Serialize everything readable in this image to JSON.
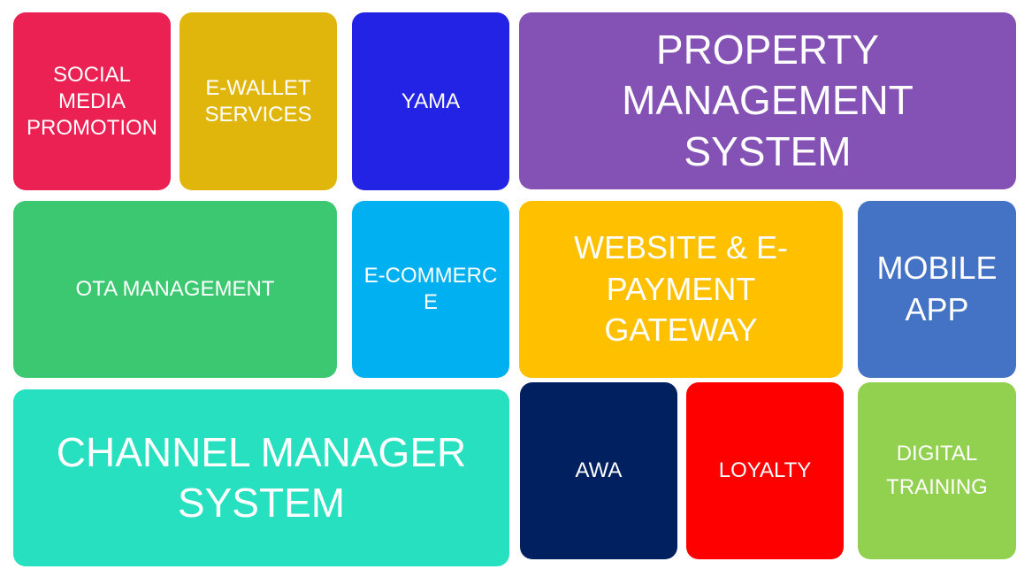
{
  "tiles": [
    {
      "label": "SOCIAL MEDIA PROMOTION",
      "color": "#EA2152"
    },
    {
      "label": "E-WALLET SERVICES",
      "color": "#E0B60C"
    },
    {
      "label": "YAMA",
      "color": "#2323E6"
    },
    {
      "label": "PROPERTY MANAGEMENT SYSTEM",
      "color": "#8452B5"
    },
    {
      "label": "OTA MANAGEMENT",
      "color": "#3CC870"
    },
    {
      "label": "E-COMMERCE",
      "color": "#00B0F0"
    },
    {
      "label": "WEBSITE & E-PAYMENT GATEWAY",
      "color": "#FFC000"
    },
    {
      "label": "MOBILE APP",
      "color": "#4472C4"
    },
    {
      "label": "CHANNEL MANAGER SYSTEM",
      "color": "#26E0C0"
    },
    {
      "label": "AWA",
      "color": "#002060"
    },
    {
      "label": "LOYALTY",
      "color": "#FF0000"
    },
    {
      "label": "DIGITAL TRAINING",
      "color": "#92D050"
    }
  ]
}
